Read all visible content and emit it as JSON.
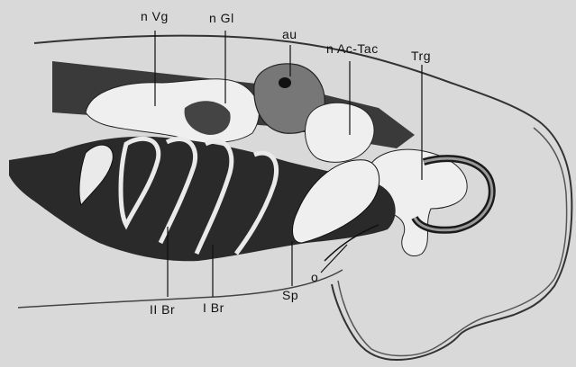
{
  "labels": {
    "nVg": "n Vg",
    "nGl": "n Gl",
    "au": "au",
    "nAcTac": "n Ac-Tac",
    "Trg": "Trg",
    "IIBr": "II Br",
    "IBr": "I Br",
    "Sp": "Sp",
    "o": "o"
  },
  "colors": {
    "background": "#d9d9d9",
    "dark_tissue": "#2a2a2a",
    "light_tissue": "#efefef",
    "outline": "#1a1a1a"
  }
}
